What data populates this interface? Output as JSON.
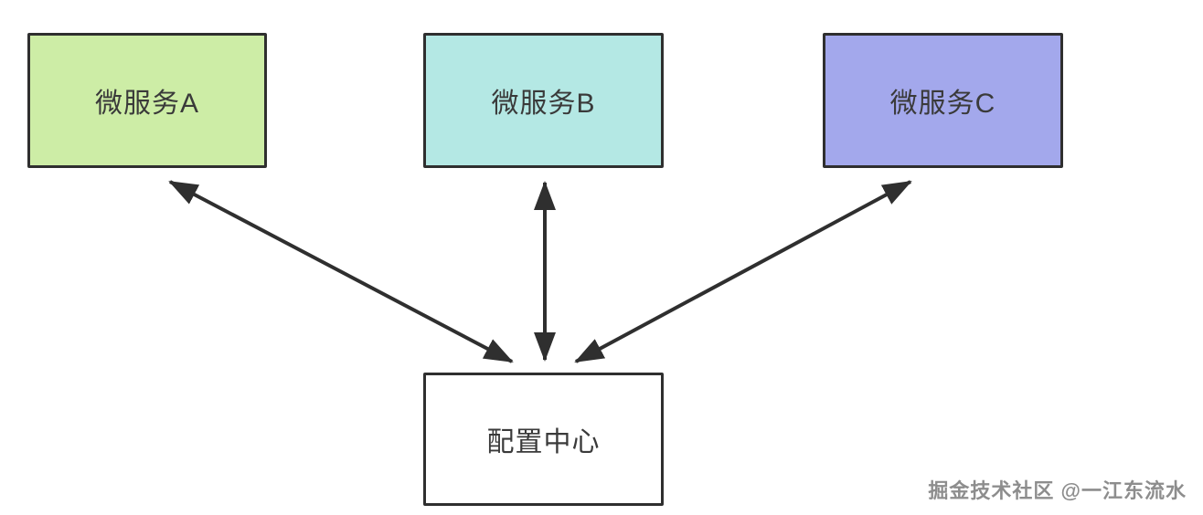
{
  "diagram": {
    "title": "microservices-config-center-diagram",
    "boxes": [
      {
        "id": "service-a",
        "label": "微服务A",
        "fill": "#cdeda6"
      },
      {
        "id": "service-b",
        "label": "微服务B",
        "fill": "#b4e8e4"
      },
      {
        "id": "service-c",
        "label": "微服务C",
        "fill": "#a3a8ec"
      },
      {
        "id": "config-center",
        "label": "配置中心",
        "fill": "#ffffff"
      }
    ],
    "border_color": "#2f2f2f",
    "arrow_color": "#2f2f2f",
    "edges": [
      {
        "from": "service-a",
        "to": "config-center",
        "bidirectional": true
      },
      {
        "from": "service-b",
        "to": "config-center",
        "bidirectional": true
      },
      {
        "from": "service-c",
        "to": "config-center",
        "bidirectional": true
      }
    ]
  },
  "watermark": "掘金技术社区 @一江东流水"
}
